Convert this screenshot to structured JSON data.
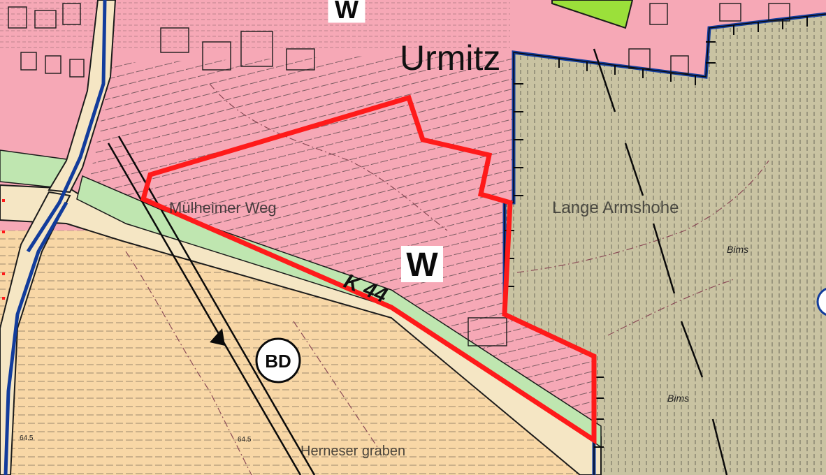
{
  "map": {
    "labels": {
      "zone_w_top": "W",
      "place_name": "Urmitz",
      "street_name": "Mülheimer Weg",
      "zone_w_center": "W",
      "road_name": "K 44",
      "area_name": "Lange Armshohe",
      "bims_1": "Bims",
      "bims_2": "Bims",
      "ditch_name": "Herneser graben",
      "zone_bd": "BD",
      "spot_height_1": "64.5",
      "spot_height_2": "64.5"
    },
    "colors": {
      "residential": "#f6a8b6",
      "agricultural": "#f8d7a6",
      "mining_area": "#c9c3a2",
      "green_strip": "#bfe6b0",
      "green_area": "#9be03a",
      "road_fill": "#f5e6c4",
      "boundary_red": "#ff1a1a",
      "boundary_blue": "#123c9c",
      "line_dark": "#1b1b1b",
      "contour": "#8a4a56"
    }
  }
}
